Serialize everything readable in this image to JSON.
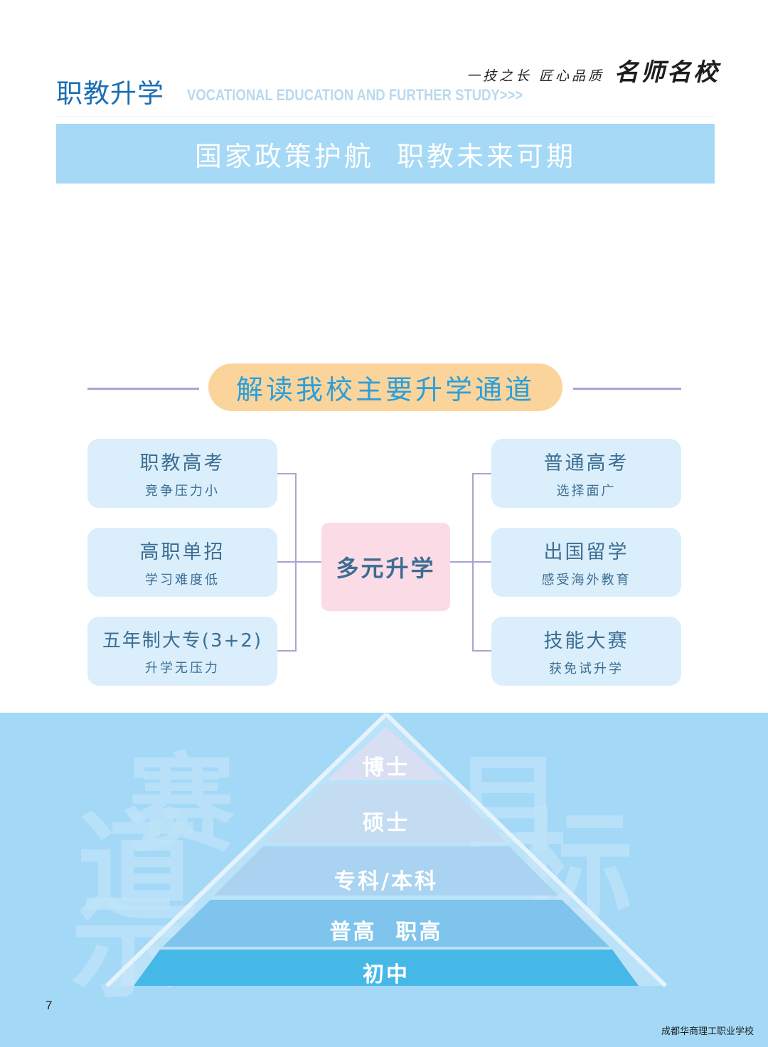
{
  "header": {
    "slogan_part1": "一技之长  匠心品质",
    "slogan_part2": "名师名校",
    "section_title": "职教升学",
    "section_subtitle": "VOCATIONAL EDUCATION AND FURTHER STUDY>>>",
    "banner_text": "国家政策护航  职教未来可期"
  },
  "channels": {
    "heading": "解读我校主要升学通道",
    "center_label": "多元升学",
    "left": [
      {
        "title": "职教高考",
        "subtitle": "竞争压力小"
      },
      {
        "title": "高职单招",
        "subtitle": "学习难度低"
      },
      {
        "title": "五年制大专(3+2)",
        "subtitle": "升学无压力"
      }
    ],
    "right": [
      {
        "title": "普通高考",
        "subtitle": "选择面广"
      },
      {
        "title": "出国留学",
        "subtitle": "感受海外教育"
      },
      {
        "title": "技能大赛",
        "subtitle": "获免试升学"
      }
    ]
  },
  "pyramid": {
    "levels": [
      "博士",
      "硕士",
      "专科/本科",
      "普高  职高",
      "初中"
    ],
    "colors": [
      "#d9dff2",
      "#c3dcf2",
      "#a9d3f0",
      "#7ec4ec",
      "#46b8e8"
    ]
  },
  "background_words": [
    "赛",
    "道",
    "示",
    "目",
    "标"
  ],
  "page_number": "7",
  "footer_text": "成都华商理工职业学校"
}
